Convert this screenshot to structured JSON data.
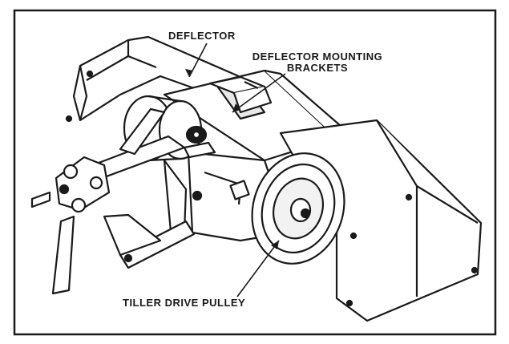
{
  "labels": {
    "deflector": "DEFLECTOR",
    "deflector_mounting_line1": "DEFLECTOR MOUNTING",
    "deflector_mounting_line2": "BRACKETS",
    "tiller_drive_pulley": "TILLER DRIVE PULLEY"
  },
  "colors": {
    "ink": "#1a1a1a",
    "paper": "#ffffff"
  }
}
